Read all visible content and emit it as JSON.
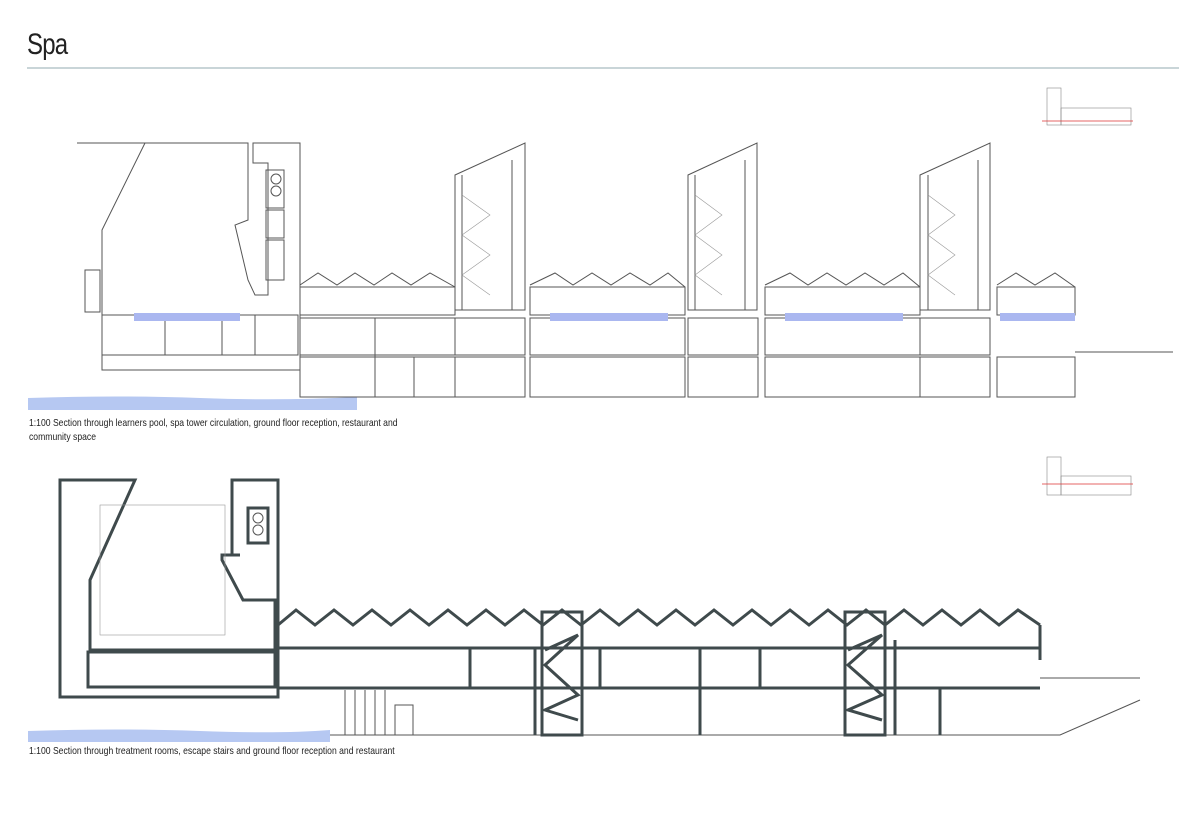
{
  "page": {
    "title": "Spa"
  },
  "sections": [
    {
      "caption": "1:100 Section through learners pool, spa tower circulation, ground floor reception, restaurant and community space"
    },
    {
      "caption": "1:100 Section through treatment rooms, escape stairs and ground floor reception and restaurant"
    }
  ],
  "colors": {
    "water": "#aab7f0",
    "rule": "#c9d5d8",
    "section_cut": "#3f4a4c",
    "key_plan_line": "#dd3333"
  }
}
